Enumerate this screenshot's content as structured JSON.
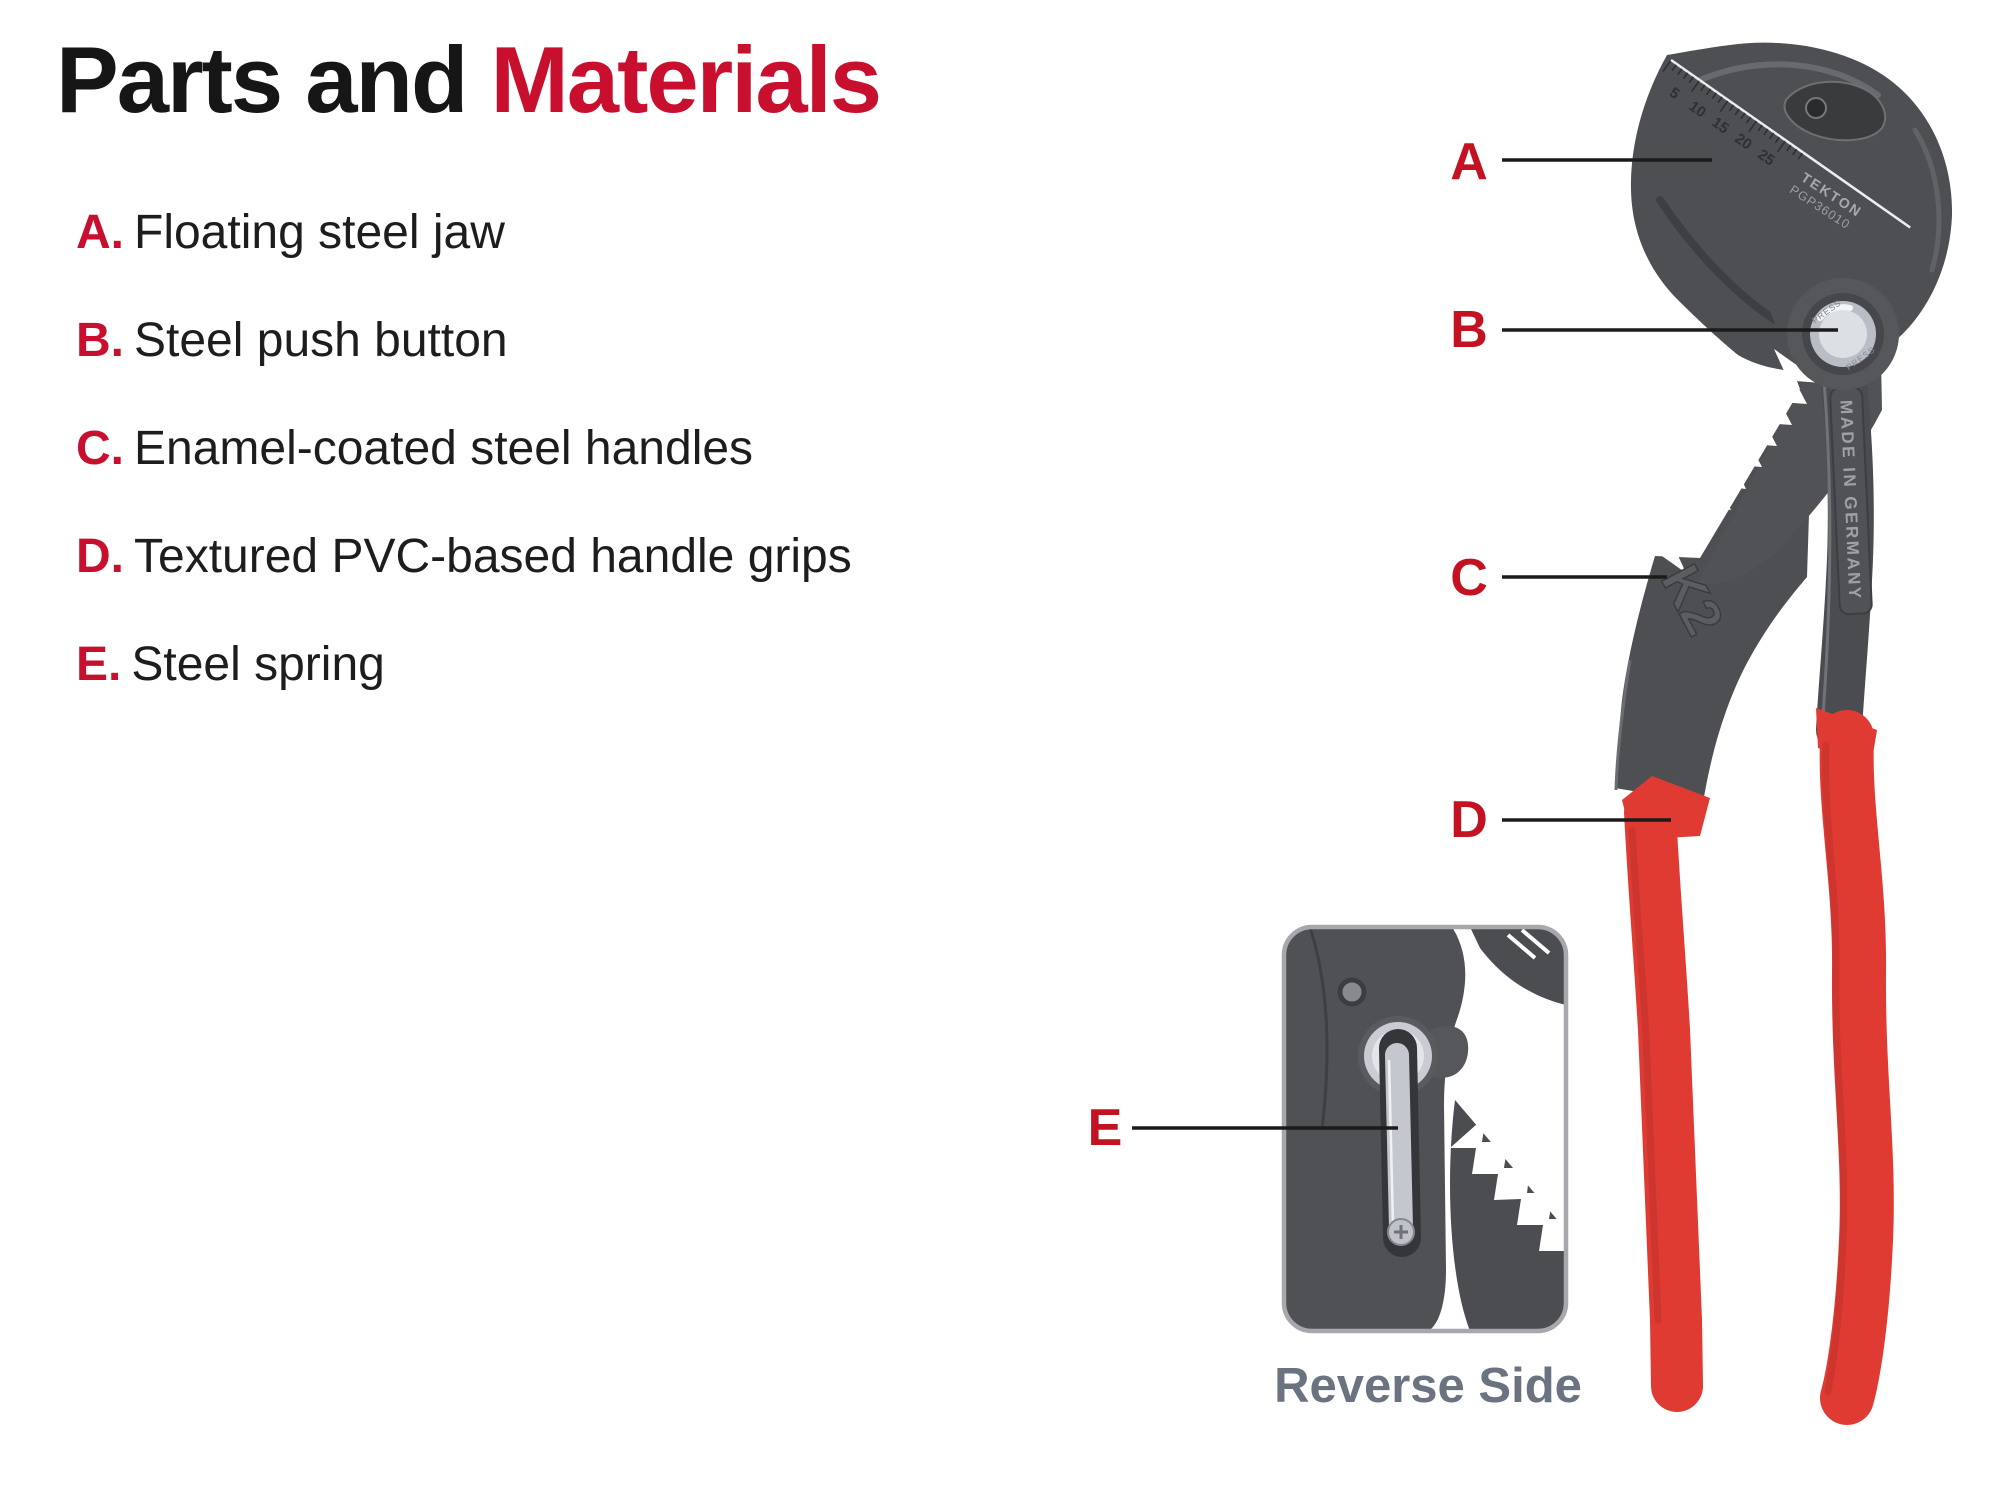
{
  "title": {
    "prefix": "Parts and ",
    "highlight": "Materials"
  },
  "parts": [
    {
      "letter": "A.",
      "label": "Floating steel jaw"
    },
    {
      "letter": "B.",
      "label": "Steel push button"
    },
    {
      "letter": "C.",
      "label": "Enamel-coated steel handles"
    },
    {
      "letter": "D.",
      "label": "Textured PVC-based handle grips"
    },
    {
      "letter": "E.",
      "label": "Steel spring"
    }
  ],
  "callouts": {
    "a": "A",
    "b": "B",
    "c": "C",
    "d": "D",
    "e": "E"
  },
  "markings": {
    "brand": "TEKTON",
    "model": "PGP36010",
    "origin": "MADE IN GERMANY",
    "logo": "K2",
    "button": "PRESS",
    "scale": [
      "5",
      "10",
      "15",
      "20",
      "25"
    ]
  },
  "inset_caption": "Reverse Side",
  "colors": {
    "accent_red": "#C8102E",
    "grip_red": "#E03B33",
    "steel_gray": "#4E4F53",
    "caption_gray": "#6B7280"
  }
}
